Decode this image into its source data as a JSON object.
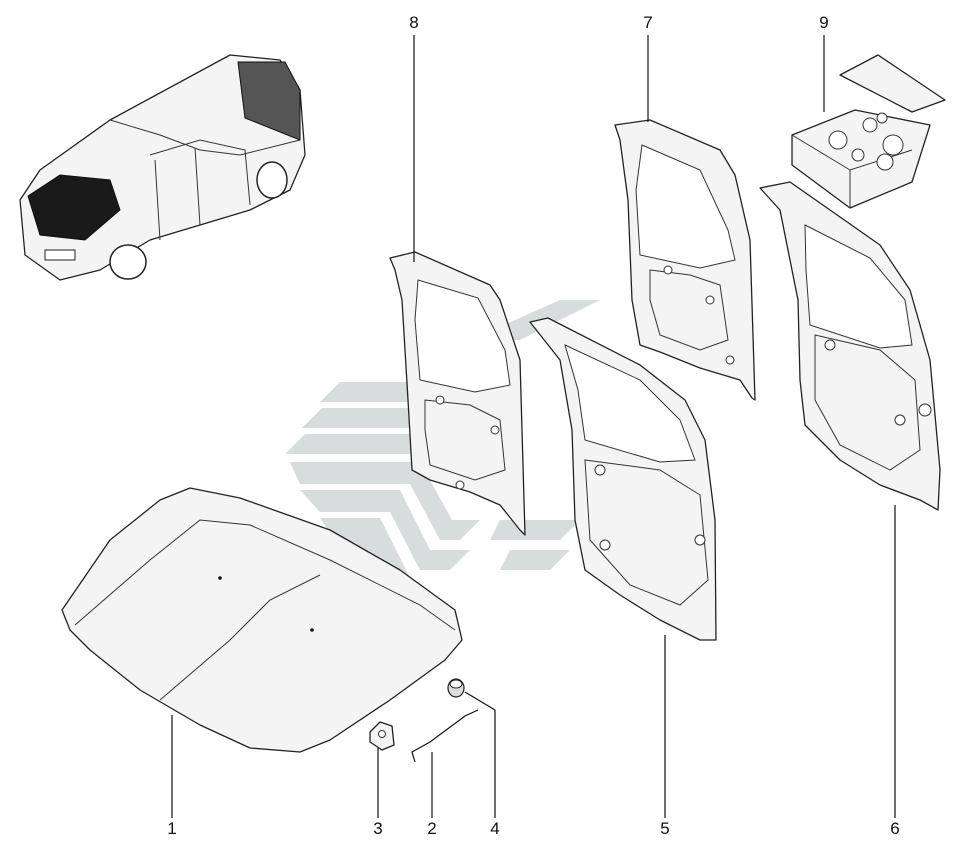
{
  "callouts": [
    {
      "id": "1",
      "label": "1",
      "part": "hood"
    },
    {
      "id": "2",
      "label": "2",
      "part": "hood-prop-rod"
    },
    {
      "id": "3",
      "label": "3",
      "part": "hood-latch-clip"
    },
    {
      "id": "4",
      "label": "4",
      "part": "hood-bump-stop"
    },
    {
      "id": "5",
      "label": "5",
      "part": "rear-door-left"
    },
    {
      "id": "6",
      "label": "6",
      "part": "rear-door-right"
    },
    {
      "id": "7",
      "label": "7",
      "part": "rear-door-small-right"
    },
    {
      "id": "8",
      "label": "8",
      "part": "rear-door-small-left"
    },
    {
      "id": "9",
      "label": "9",
      "part": "repair-kit-box"
    }
  ],
  "colors": {
    "watermark": "#d9dcdc",
    "line": "#222222",
    "highlight": "#111111"
  }
}
